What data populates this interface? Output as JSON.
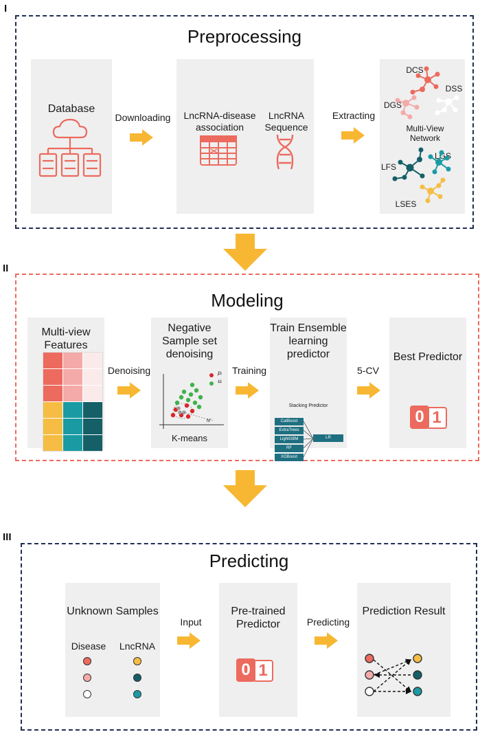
{
  "sections": {
    "preprocessing": {
      "roman": "I",
      "title": "Preprocessing",
      "database_label": "Database",
      "downloading_label": "Downloading",
      "association_label": "LncRNA-disease association",
      "sequence_label": "LncRNA Sequence",
      "extracting_label": "Extracting",
      "network": {
        "title": "Multi-View Network",
        "dcs": "DCS",
        "dss": "DSS",
        "dgs": "DGS",
        "lfs": "LFS",
        "lgs": "LGS",
        "lses": "LSES"
      }
    },
    "modeling": {
      "roman": "II",
      "title": "Modeling",
      "features_label": "Multi-view Features",
      "denoising_arrow": "Denoising",
      "negative_label": "Negative Sample set denoising",
      "legend_p": "pᵢ",
      "legend_u": "uᵢ",
      "n_label": "N'",
      "kmeans_label": "K-means",
      "training_arrow": "Training",
      "ensemble_label": "Train Ensemble learning predictor",
      "stacking_label": "Stacking Predictor",
      "models": [
        "CatBoost",
        "ExtraTrees",
        "LightGBM",
        "RF",
        "XGBoost"
      ],
      "meta_model": "LR",
      "cv_arrow": "5-CV",
      "best_label": "Best Predictor",
      "binary_zero": "0",
      "binary_one": "1"
    },
    "predicting": {
      "roman": "III",
      "title": "Predicting",
      "unknown_label": "Unknown Samples",
      "disease_label": "Disease",
      "lncrna_label": "LncRNA",
      "input_arrow": "Input",
      "pretrained_label": "Pre-trained Predictor",
      "predicting_arrow": "Predicting",
      "result_label": "Prediction Result",
      "binary_zero": "0",
      "binary_one": "1"
    }
  },
  "colors": {
    "navy_border": "#1f2d52",
    "red_border": "#ec6a5e",
    "arrow_yellow": "#f7b733",
    "salmon": "#ec6a5e",
    "pink": "#f4aaa8",
    "teal": "#1a9ba4",
    "dark_teal": "#155f67",
    "yellow": "#f5bd43"
  }
}
